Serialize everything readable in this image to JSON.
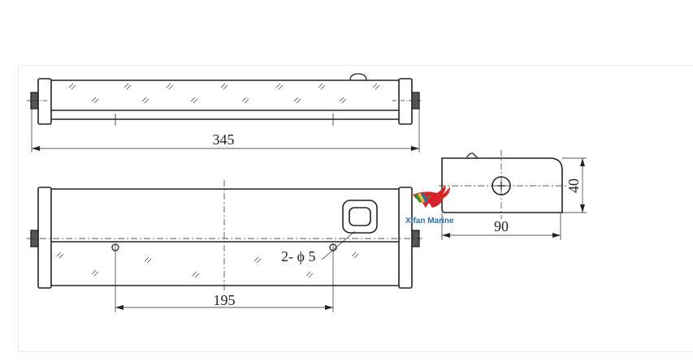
{
  "drawing": {
    "top_view": {
      "length_label": "345"
    },
    "front_view": {
      "hole_spacing_label": "195",
      "hole_callout": "2- ϕ 5"
    },
    "side_view": {
      "width_label": "90",
      "height_label": "40"
    }
  },
  "watermark": {
    "text": "Xifan Marine",
    "colors": {
      "body": "#d8232a",
      "text": "#2b6fa8"
    }
  }
}
